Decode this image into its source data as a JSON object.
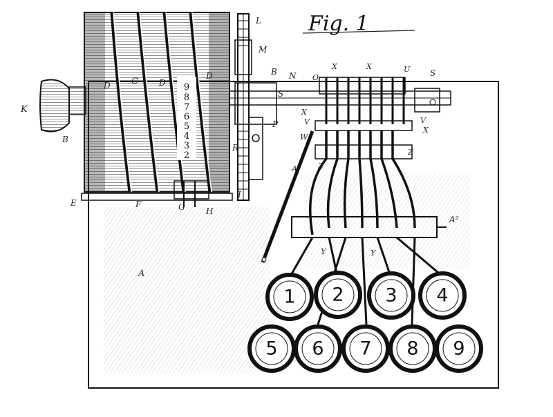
{
  "figure": {
    "title": "Fig. 1"
  },
  "keys": [
    "1",
    "2",
    "3",
    "4",
    "5",
    "6",
    "7",
    "8",
    "9"
  ],
  "dial_numbers": [
    "9",
    "8",
    "7",
    "6",
    "5",
    "4",
    "3",
    "2"
  ],
  "labels": {
    "K": "K",
    "B": "B",
    "C": "C",
    "D": "D",
    "D2": "D",
    "D3": "D",
    "E": "E",
    "F": "F",
    "G": "G",
    "H": "H",
    "I": "I",
    "L": "L",
    "M": "M",
    "B2": "B",
    "N": "N",
    "O": "O",
    "P": "P",
    "R": "R",
    "S": "S",
    "S2": "S",
    "X1": "X",
    "X2": "X",
    "U": "U",
    "V": "V",
    "V2": "V",
    "X3": "X",
    "X4": "X",
    "W": "W",
    "Z": "Z",
    "Z2": "Z",
    "A1": "A'",
    "A2": "A²",
    "Y1": "Y",
    "Y2": "Y",
    "A": "A"
  }
}
